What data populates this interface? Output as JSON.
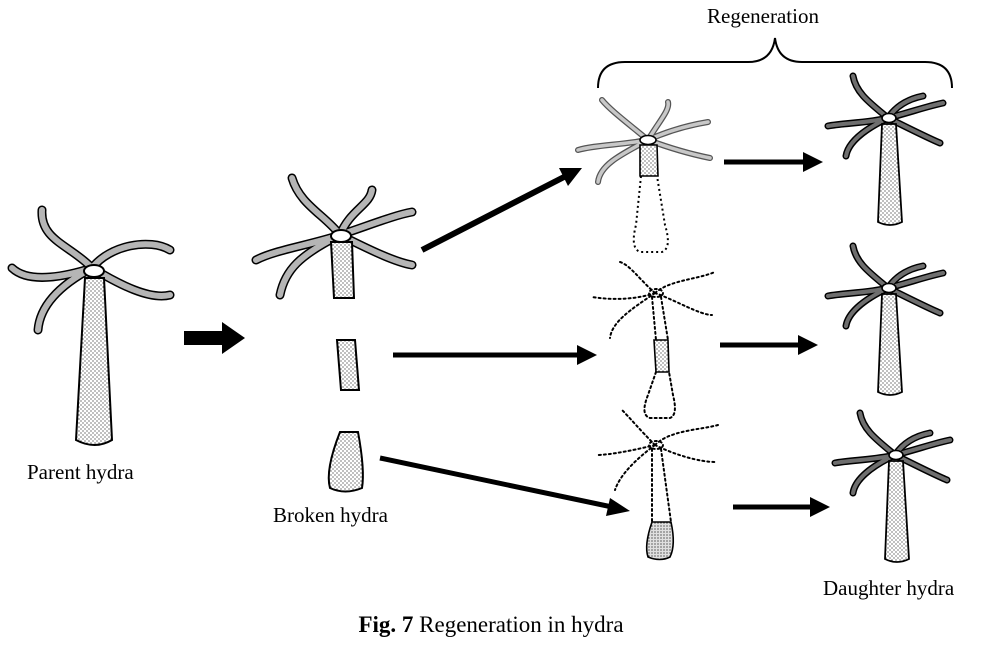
{
  "labels": {
    "regeneration": "Regeneration",
    "parent": "Parent hydra",
    "broken": "Broken hydra",
    "daughter": "Daughter hydra"
  },
  "caption": {
    "prefix": "Fig. 7",
    "text": " Regeneration in hydra"
  },
  "colors": {
    "ink": "#000000",
    "grey_tentacle": "#b5b5b5",
    "dark_tentacle": "#6e6e6e",
    "body_fill": "#e6e6e6",
    "base_fill": "#c8c8c8"
  }
}
